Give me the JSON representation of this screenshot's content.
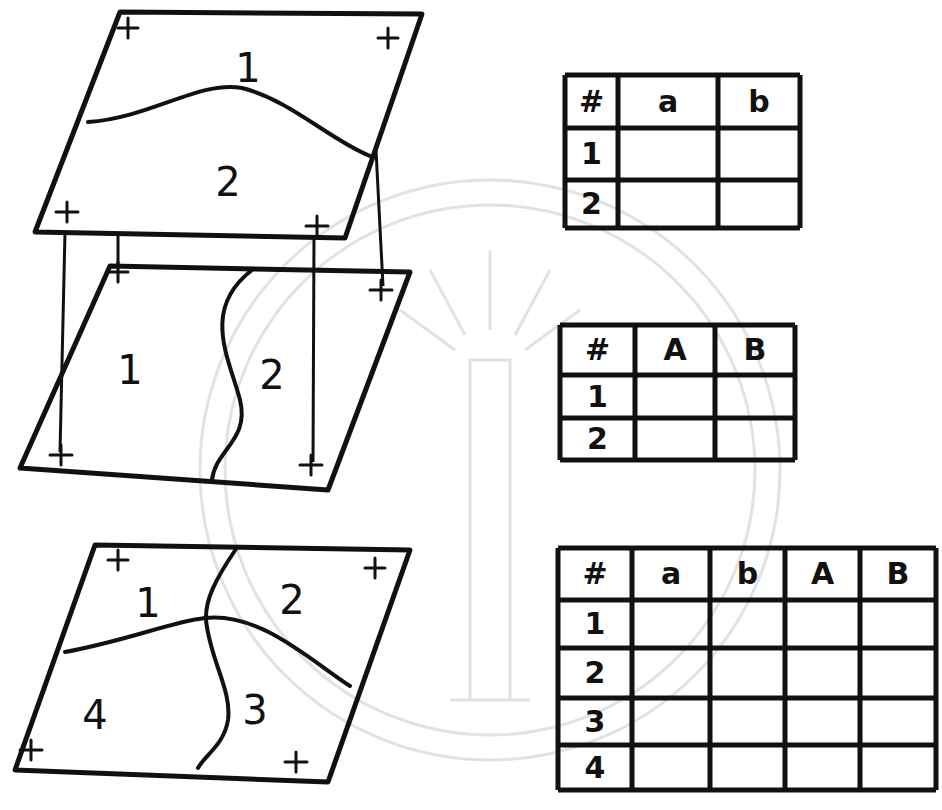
{
  "diagram": {
    "nodes": [
      {
        "text": [
          "1",
          "2"
        ]
      },
      {
        "text": [
          "1",
          "2"
        ]
      },
      {
        "text": [
          "1",
          "2",
          "4",
          "3"
        ]
      }
    ],
    "edges": [
      {
        "from": 0,
        "to": 1,
        "arrow": "none"
      },
      {
        "from": 0,
        "to": 1,
        "arrow": "none"
      },
      {
        "from": 0,
        "to": 1,
        "arrow": "none"
      },
      {
        "from": 0,
        "to": 1,
        "arrow": "none"
      }
    ],
    "labels": [
      "#",
      "a",
      "b",
      "1",
      "2",
      "#",
      "A",
      "B",
      "1",
      "2",
      "#",
      "a",
      "b",
      "A",
      "B",
      "1",
      "2",
      "3",
      "4"
    ]
  }
}
